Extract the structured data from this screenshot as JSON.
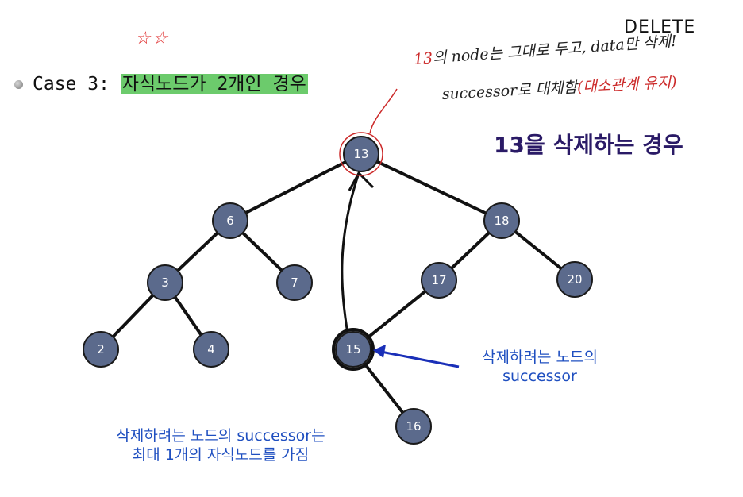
{
  "header": {
    "delete_label": "DELETE"
  },
  "case": {
    "prefix": "Case 3:",
    "title": "자식노드가 2개인 경우"
  },
  "annotations": {
    "stars": "☆☆",
    "note_line1_red": "13",
    "note_line1": "의 node는 그대로 두고, data만 삭제!",
    "note_line2": "successor로 대체함",
    "note_line2_red": "(대소관계 유지)"
  },
  "heading": "13을 삭제하는 경우",
  "successor_label": {
    "line1": "삭제하려는 노드의",
    "line2": "successor"
  },
  "bottom_note": {
    "line1": "삭제하려는 노드의 successor는",
    "line2": "최대 1개의 자식노드를 가짐"
  },
  "tree": {
    "nodes": [
      {
        "id": "n13",
        "label": "13"
      },
      {
        "id": "n6",
        "label": "6"
      },
      {
        "id": "n18",
        "label": "18"
      },
      {
        "id": "n3",
        "label": "3"
      },
      {
        "id": "n7",
        "label": "7"
      },
      {
        "id": "n17",
        "label": "17"
      },
      {
        "id": "n20",
        "label": "20"
      },
      {
        "id": "n2",
        "label": "2"
      },
      {
        "id": "n4",
        "label": "4"
      },
      {
        "id": "n15",
        "label": "15"
      },
      {
        "id": "n16",
        "label": "16"
      }
    ],
    "edges": [
      [
        "n13",
        "n6"
      ],
      [
        "n13",
        "n18"
      ],
      [
        "n6",
        "n3"
      ],
      [
        "n6",
        "n7"
      ],
      [
        "n18",
        "n17"
      ],
      [
        "n18",
        "n20"
      ],
      [
        "n3",
        "n2"
      ],
      [
        "n3",
        "n4"
      ],
      [
        "n17",
        "n15"
      ],
      [
        "n15",
        "n16"
      ]
    ]
  },
  "colors": {
    "node_fill": "#5b6a8c",
    "node_stroke": "#1a1a1a",
    "arrow_blue": "#1a2fb8",
    "highlight_red": "#cc2a2a",
    "case_highlight": "#6ccb6c"
  }
}
